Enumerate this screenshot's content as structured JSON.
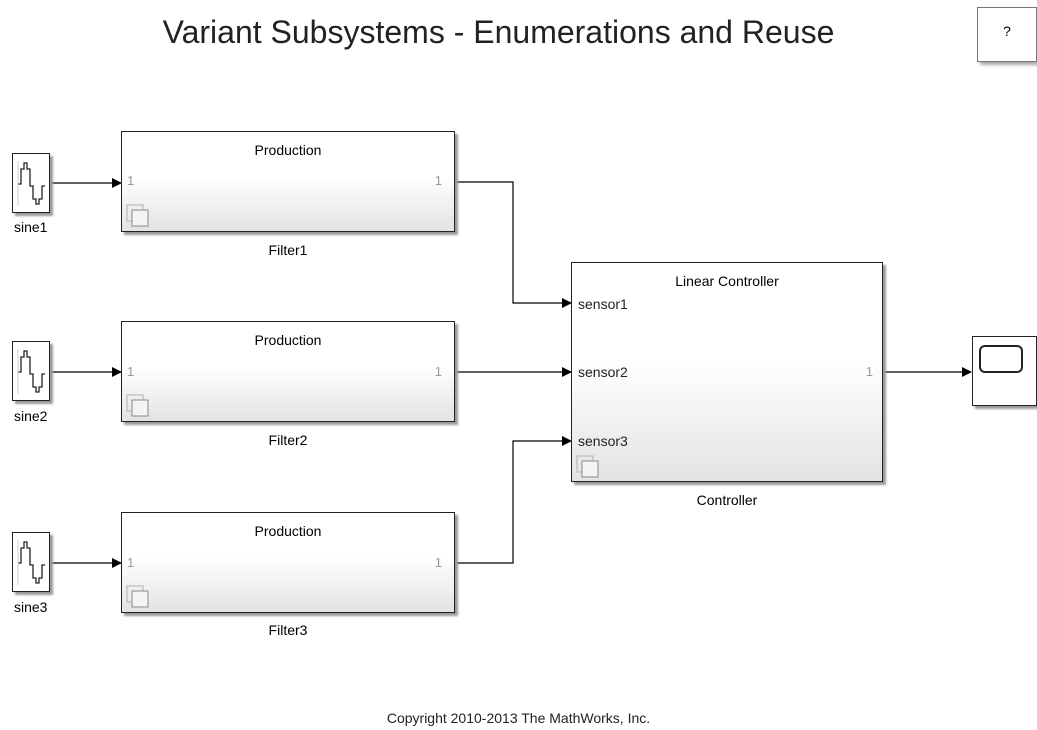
{
  "title": "Variant Subsystems - Enumerations and Reuse",
  "help_button": "?",
  "sources": [
    {
      "label": "sine1"
    },
    {
      "label": "sine2"
    },
    {
      "label": "sine3"
    }
  ],
  "filters": [
    {
      "name": "Filter1",
      "variant": "Production",
      "in_port": "1",
      "out_port": "1"
    },
    {
      "name": "Filter2",
      "variant": "Production",
      "in_port": "1",
      "out_port": "1"
    },
    {
      "name": "Filter3",
      "variant": "Production",
      "in_port": "1",
      "out_port": "1"
    }
  ],
  "controller": {
    "name": "Controller",
    "variant": "Linear Controller",
    "inputs": [
      "sensor1",
      "sensor2",
      "sensor3"
    ],
    "out_port": "1"
  },
  "copyright": "Copyright 2010-2013 The MathWorks, Inc."
}
